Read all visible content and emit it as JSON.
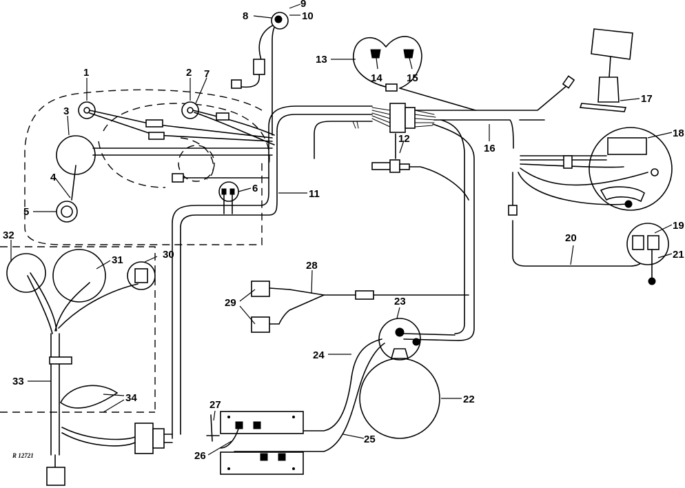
{
  "diagram": {
    "reference_code": "R 12721",
    "callouts": [
      {
        "id": "c1",
        "label": "1"
      },
      {
        "id": "c2",
        "label": "2"
      },
      {
        "id": "c3",
        "label": "3"
      },
      {
        "id": "c4",
        "label": "4"
      },
      {
        "id": "c5",
        "label": "5"
      },
      {
        "id": "c6",
        "label": "6"
      },
      {
        "id": "c7",
        "label": "7"
      },
      {
        "id": "c8",
        "label": "8"
      },
      {
        "id": "c9",
        "label": "9"
      },
      {
        "id": "c10",
        "label": "10"
      },
      {
        "id": "c11",
        "label": "11"
      },
      {
        "id": "c12",
        "label": "12"
      },
      {
        "id": "c13",
        "label": "13"
      },
      {
        "id": "c14",
        "label": "14"
      },
      {
        "id": "c15",
        "label": "15"
      },
      {
        "id": "c16",
        "label": "16"
      },
      {
        "id": "c17",
        "label": "17"
      },
      {
        "id": "c18",
        "label": "18"
      },
      {
        "id": "c19",
        "label": "19"
      },
      {
        "id": "c20",
        "label": "20"
      },
      {
        "id": "c21",
        "label": "21"
      },
      {
        "id": "c22",
        "label": "22"
      },
      {
        "id": "c23",
        "label": "23"
      },
      {
        "id": "c24",
        "label": "24"
      },
      {
        "id": "c25",
        "label": "25"
      },
      {
        "id": "c26",
        "label": "26"
      },
      {
        "id": "c27",
        "label": "27"
      },
      {
        "id": "c28",
        "label": "28"
      },
      {
        "id": "c29",
        "label": "29"
      },
      {
        "id": "c30",
        "label": "30"
      },
      {
        "id": "c31",
        "label": "31"
      },
      {
        "id": "c32",
        "label": "32"
      },
      {
        "id": "c33",
        "label": "33"
      },
      {
        "id": "c34",
        "label": "34"
      }
    ]
  }
}
